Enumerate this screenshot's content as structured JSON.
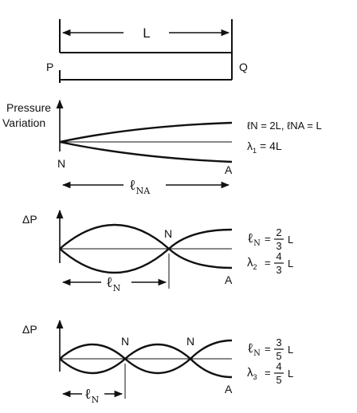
{
  "tube": {
    "length_label": "L",
    "left_end": "P",
    "right_end": "Q"
  },
  "axes": {
    "top_ylabel_line1": "Pressure",
    "top_ylabel_line2": "Variation",
    "lower_ylabel": "ΔP"
  },
  "modes": [
    {
      "node_label": "N",
      "antinode_label": "A",
      "span_label": "ℓ",
      "span_sub": "NA",
      "eq1": "ℓN = 2L, ℓNA = L",
      "eq2_lhs": "λ",
      "eq2_sub": "1",
      "eq2_rhs": "= 4L"
    },
    {
      "node_label": "N",
      "antinode_label": "A",
      "span_label": "ℓ",
      "span_sub": "N",
      "eq1_lhs": "ℓ",
      "eq1_sub": "N",
      "eq1_eq": "=",
      "eq1_num": "2",
      "eq1_den": "3",
      "eq1_tail": "L",
      "eq2_lhs": "λ",
      "eq2_sub": "2",
      "eq2_eq": "=",
      "eq2_num": "4",
      "eq2_den": "3",
      "eq2_tail": "L"
    },
    {
      "node_label": "N",
      "antinode_label": "A",
      "span_label": "ℓ",
      "span_sub": "N",
      "eq1_lhs": "ℓ",
      "eq1_sub": "N",
      "eq1_eq": "=",
      "eq1_num": "3",
      "eq1_den": "5",
      "eq1_tail": "L",
      "eq2_lhs": "λ",
      "eq2_sub": "3",
      "eq2_eq": "=",
      "eq2_num": "4",
      "eq2_den": "5",
      "eq2_tail": "L"
    }
  ]
}
